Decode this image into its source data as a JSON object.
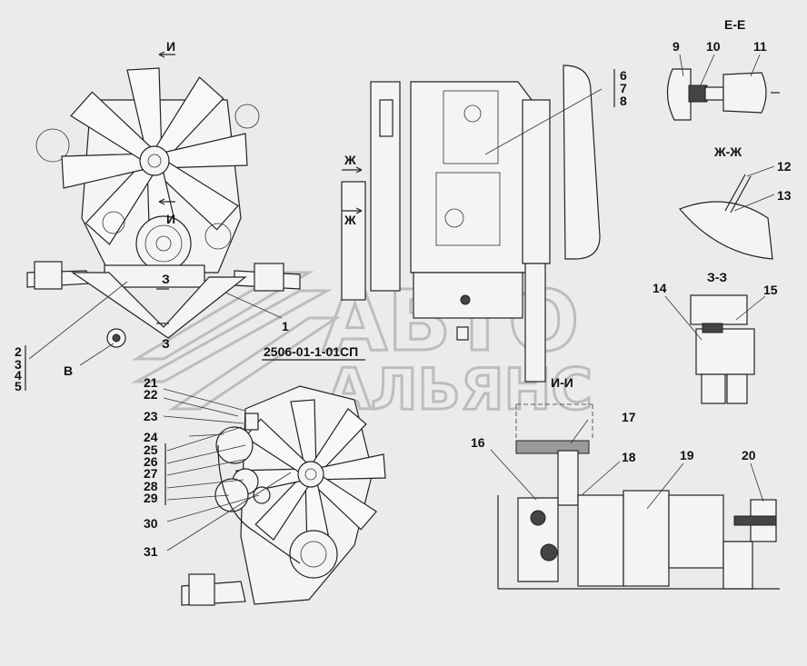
{
  "drawing_number": "2506-01-1-01СП",
  "section_titles": {
    "ee": "Е-Е",
    "zhzh": "Ж-Ж",
    "zz": "З-З",
    "ii": "И-И"
  },
  "view_markers": {
    "i_top": "И",
    "i_mid": "И",
    "zh_top": "Ж",
    "zh_mid": "Ж",
    "z_top": "З",
    "z_bottom": "З",
    "v": "В"
  },
  "callouts": {
    "c1": "1",
    "c2": "2",
    "c3": "3",
    "c4": "4",
    "c5": "5",
    "c6": "6",
    "c7": "7",
    "c8": "8",
    "c9": "9",
    "c10": "10",
    "c11": "11",
    "c12": "12",
    "c13": "13",
    "c14": "14",
    "c15": "15",
    "c16": "16",
    "c17": "17",
    "c18": "18",
    "c19": "19",
    "c20": "20",
    "c21": "21",
    "c22": "22",
    "c23": "23",
    "c24": "24",
    "c25": "25",
    "c26": "26",
    "c27": "27",
    "c28": "28",
    "c29": "29",
    "c30": "30",
    "c31": "31"
  },
  "watermark": {
    "line1": "АВТО",
    "line2": "АЛЬЯНС"
  }
}
